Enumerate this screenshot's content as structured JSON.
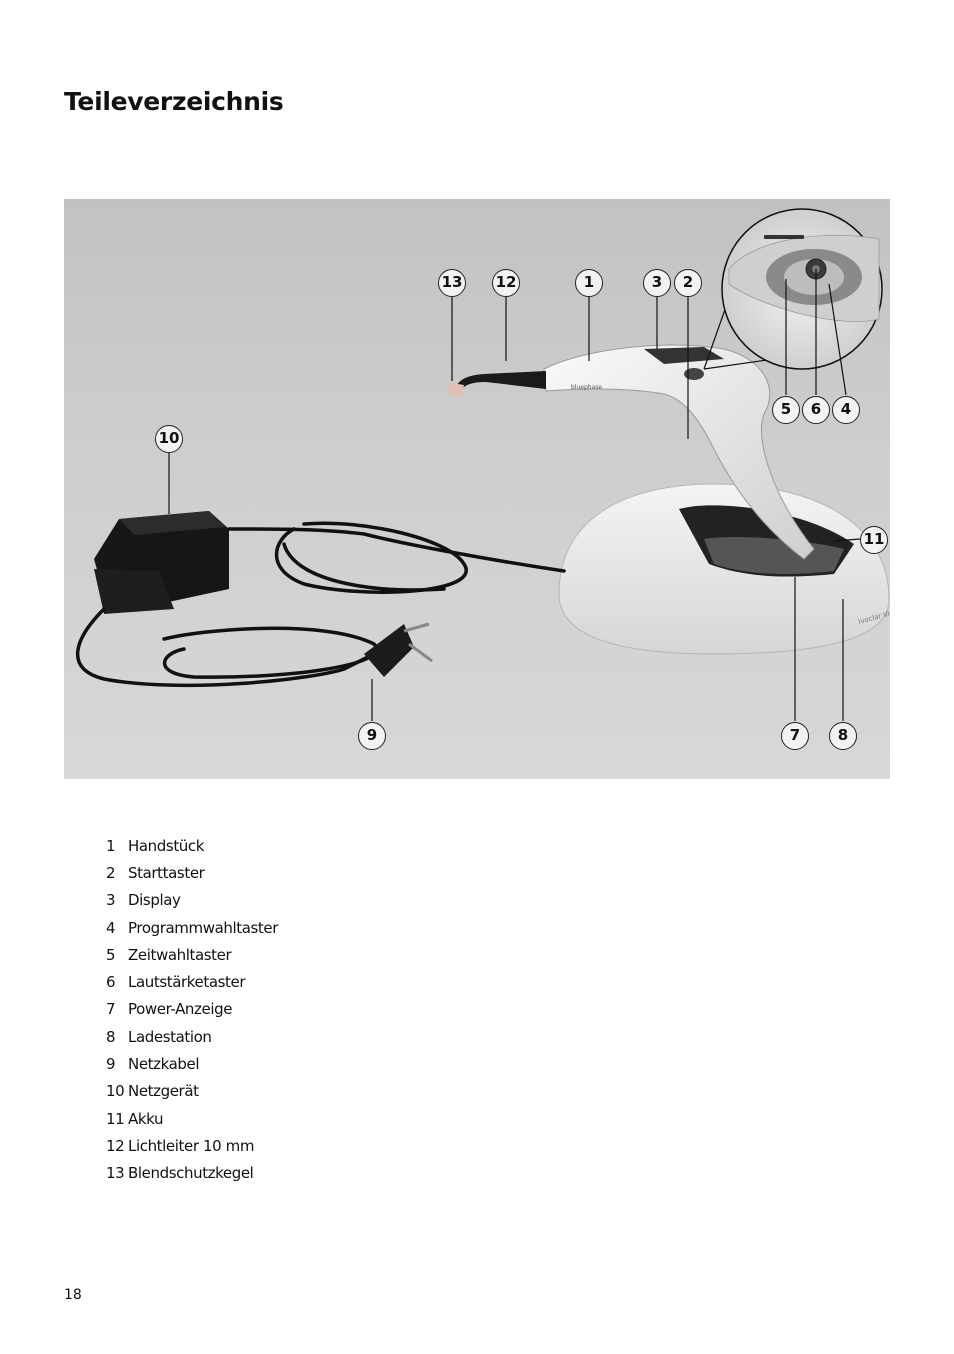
{
  "page": {
    "title": "Teileverzeichnis",
    "page_number": "18"
  },
  "figure": {
    "device_label": "bluephase",
    "base_label": "Ivoclar Vivadent",
    "callouts": [
      "1",
      "2",
      "3",
      "4",
      "5",
      "6",
      "7",
      "8",
      "9",
      "10",
      "11",
      "12",
      "13"
    ]
  },
  "parts": [
    {
      "num": "1",
      "label": "Handstück"
    },
    {
      "num": "2",
      "label": "Starttaster"
    },
    {
      "num": "3",
      "label": "Display"
    },
    {
      "num": "4",
      "label": "Programmwahltaster"
    },
    {
      "num": "5",
      "label": "Zeitwahltaster"
    },
    {
      "num": "6",
      "label": "Lautstärketaster"
    },
    {
      "num": "7",
      "label": "Power-Anzeige"
    },
    {
      "num": "8",
      "label": "Ladestation"
    },
    {
      "num": "9",
      "label": "Netzkabel"
    },
    {
      "num": "10",
      "label": "Netzgerät"
    },
    {
      "num": "11",
      "label": "Akku"
    },
    {
      "num": "12",
      "label": "Lichtleiter 10 mm"
    },
    {
      "num": "13",
      "label": "Blendschutzkegel"
    }
  ]
}
